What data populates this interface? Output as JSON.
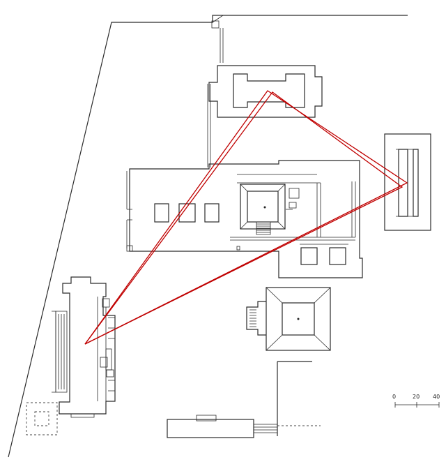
{
  "scale_bar": {
    "labels": [
      "0",
      "20",
      "40"
    ]
  },
  "colors": {
    "line": "#2a2a2a",
    "sightline": "#c00000",
    "background": "#ffffff"
  }
}
